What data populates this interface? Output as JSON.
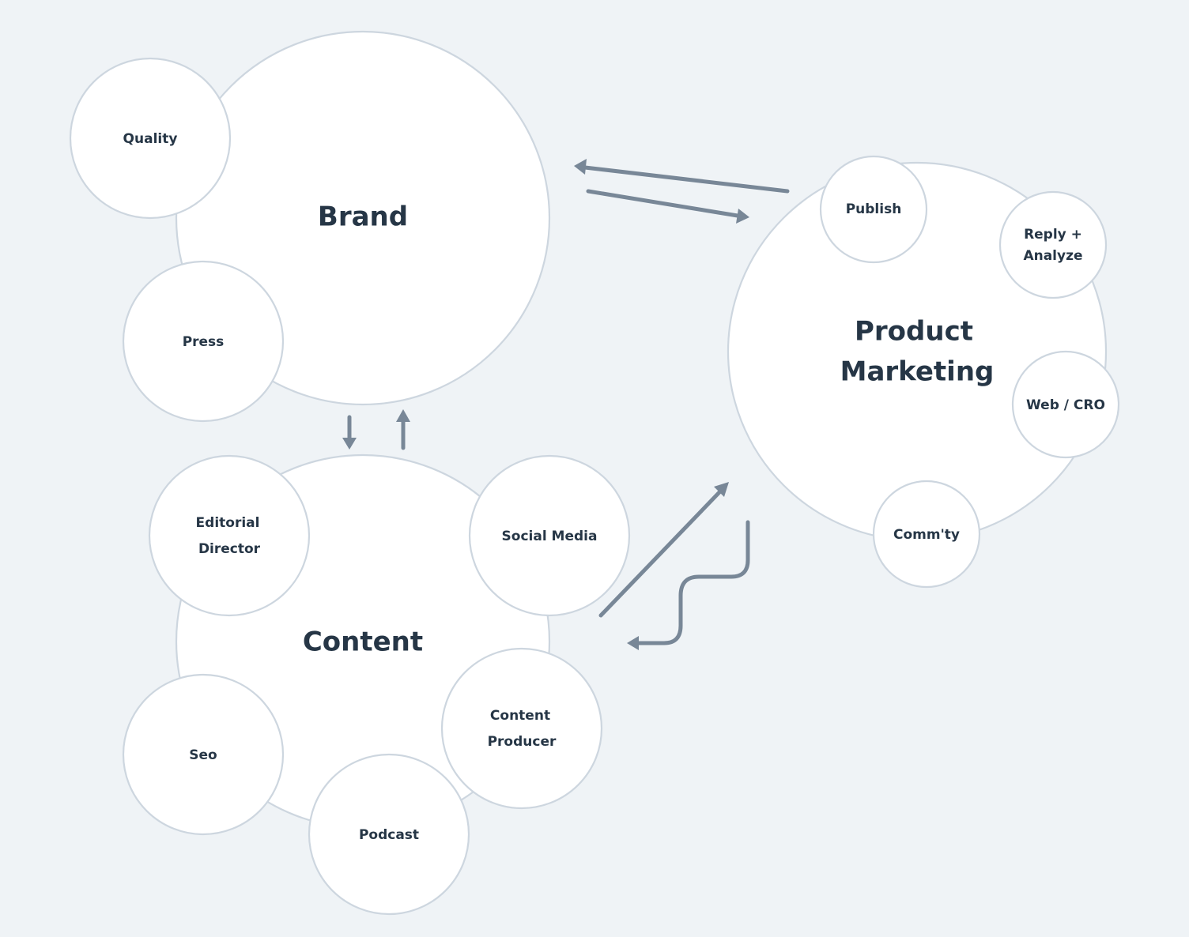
{
  "brand": {
    "label": "Brand",
    "satellites": {
      "quality": "Quality",
      "press": "Press"
    }
  },
  "content": {
    "label": "Content",
    "satellites": {
      "editorial_line1": "Editorial",
      "editorial_line2": "Director",
      "social_media": "Social Media",
      "producer_line1": "Content",
      "producer_line2": "Producer",
      "seo": "Seo",
      "podcast": "Podcast"
    }
  },
  "product_marketing": {
    "label_line1": "Product",
    "label_line2": "Marketing",
    "satellites": {
      "publish": "Publish",
      "reply_line1": "Reply +",
      "reply_line2": "Analyze",
      "web_cro": "Web / CRO",
      "community": "Comm'ty"
    }
  },
  "colors": {
    "background": "#eff3f6",
    "circle_fill": "#ffffff",
    "circle_stroke": "#cdd6df",
    "text": "#263646",
    "arrow": "#788797"
  }
}
